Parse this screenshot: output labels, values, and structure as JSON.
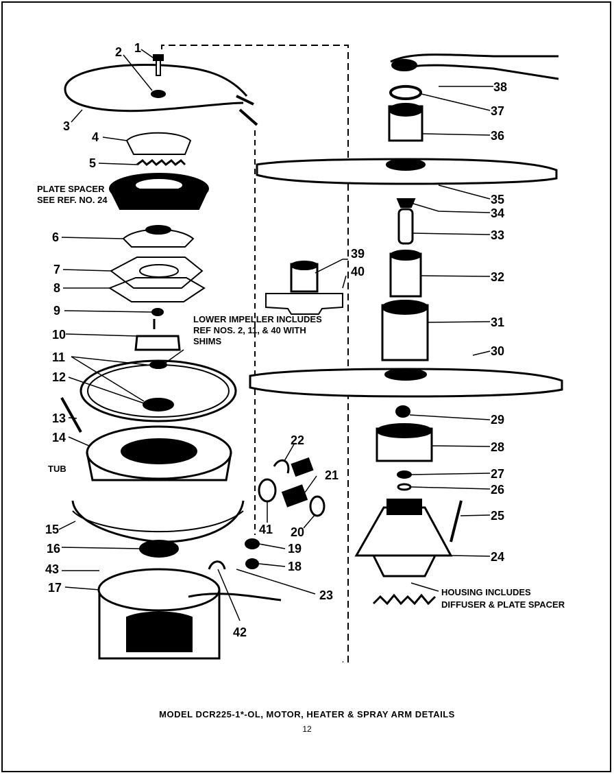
{
  "diagram": {
    "caption": "MODEL DCR225-1*-OL, MOTOR, HEATER & SPRAY ARM DETAILS",
    "page_number": "12",
    "callouts": [
      "1",
      "2",
      "3",
      "4",
      "5",
      "6",
      "7",
      "8",
      "9",
      "10",
      "11",
      "12",
      "13",
      "14",
      "15",
      "16",
      "17",
      "18",
      "19",
      "20",
      "21",
      "22",
      "23",
      "24",
      "25",
      "26",
      "27",
      "28",
      "29",
      "30",
      "31",
      "32",
      "33",
      "34",
      "35",
      "36",
      "37",
      "38",
      "39",
      "40",
      "41",
      "42",
      "43"
    ],
    "notes": {
      "plate_spacer_1": "PLATE SPACER",
      "plate_spacer_2": "SEE REF. NO. 24",
      "lower_impeller_1": "LOWER IMPELLER INCLUDES",
      "lower_impeller_2": "REF NOS. 2, 11, & 40 WITH",
      "lower_impeller_3": "SHIMS",
      "tub": "TUB",
      "housing_1": "HOUSING INCLUDES",
      "housing_2": "DIFFUSER & PLATE SPACER"
    }
  }
}
